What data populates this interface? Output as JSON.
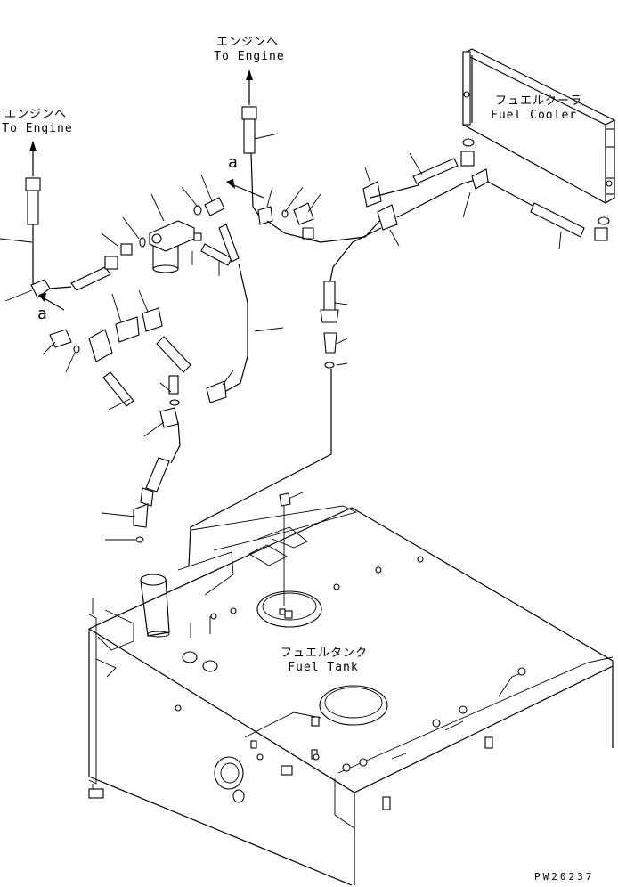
{
  "labels": {
    "engine_left": {
      "jp": "エンジンへ",
      "en": "To Engine"
    },
    "engine_top": {
      "jp": "エンジンへ",
      "en": "To Engine"
    },
    "fuel_cooler": {
      "jp": "フュエルクーラ",
      "en": "Fuel Cooler"
    },
    "fuel_tank": {
      "jp": "フュエルタンク",
      "en": "Fuel Tank"
    },
    "ref_a_top": "a",
    "ref_a_left": "a",
    "drawing_code": "PW20237"
  }
}
